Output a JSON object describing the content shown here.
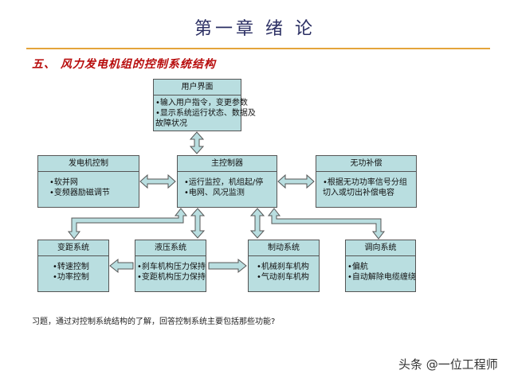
{
  "header": {
    "title": "第一章 绪  论",
    "subtitle": "五、 风力发电机组的控制系统结构"
  },
  "boxes": {
    "ui": {
      "title": "用户界面",
      "lines": [
        "•输入用户指令，变更参数",
        "•显示系统运行状态、数据及",
        "故障状况"
      ]
    },
    "gen": {
      "title": "发电机控制",
      "lines": [
        "•软并网",
        "•变频器励磁调节"
      ]
    },
    "main": {
      "title": "主控制器",
      "lines": [
        "•运行监控，机组起/停",
        "•电网、风况监测"
      ]
    },
    "reac": {
      "title": "无功补偿",
      "lines": [
        "•根据无功功率信号分组",
        "切入或切出补偿电容"
      ]
    },
    "pitch": {
      "title": "变距系统",
      "lines": [
        "•转速控制",
        "•功率控制"
      ]
    },
    "hyd": {
      "title": "液压系统",
      "lines": [
        "•刹车机构压力保持",
        "•变距机构压力保持"
      ]
    },
    "brake": {
      "title": "制动系统",
      "lines": [
        "•机械刹车机构",
        "•气动刹车机构"
      ]
    },
    "yaw": {
      "title": "调向系统",
      "lines": [
        "•偏航",
        "•自动解除电缆缠绕"
      ]
    }
  },
  "question": "习题，通过对控制系统结构的了解，回答控制系统主要包括那些功能?",
  "watermark": "头条 @一位工程师",
  "colors": {
    "box_fill": "#b9dee0",
    "title": "#2b2f63",
    "subtitle": "#b80d0d",
    "rule": "#e4a43a"
  }
}
